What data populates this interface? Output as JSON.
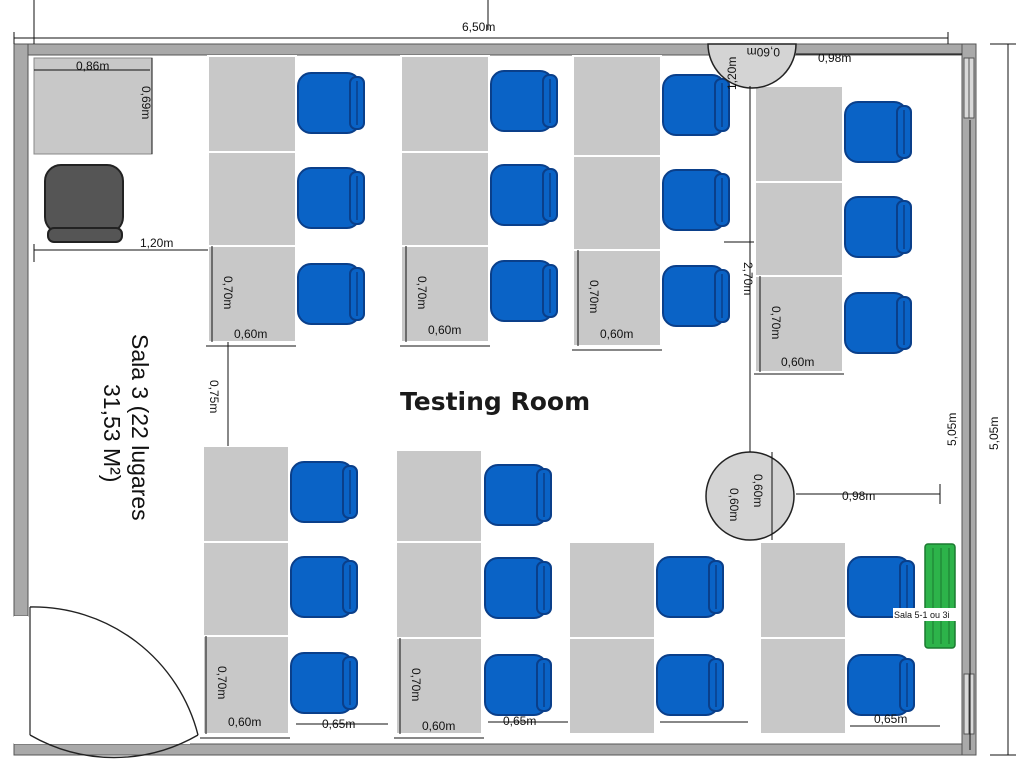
{
  "plan": {
    "title": "Testing Room",
    "room_line1": "Sala 3 (22 lugares",
    "room_line2": "31,53 M²)",
    "green_label": "Sala 5-1 ou 3i",
    "dims": {
      "total_width": "6,50m",
      "desk_w_086": "0,86m",
      "desk_d_069": "0,69m",
      "clear_120_a": "1,20m",
      "clear_120_b": "1,20m",
      "pillar_top": "0,60m",
      "gap_098_top": "0,98m",
      "desk_070": "0,70m",
      "desk_060": "0,60m",
      "aisle_075": "0,75m",
      "aisle_270": "2,70m",
      "inner_height": "5,05m",
      "outer_height": "5,05m",
      "pillar_mid_a": "0,60m",
      "pillar_mid_b": "0,60m",
      "gap_098_mid": "0,98m",
      "gap_065": "0,65m"
    },
    "colors": {
      "desk": "#c8c8c8",
      "chair": "#0a63c6",
      "chair_dark": "#0a3f8a",
      "wall": "#a9a9a9",
      "pillar": "#d4d4d4",
      "green_panel": "#2db34a",
      "office_chair": "#555555"
    },
    "icons": {
      "student_chair": "blue-chair-icon",
      "teacher_chair": "office-chair-icon",
      "door": "door-swing-icon",
      "pillar": "pillar-circle-icon"
    }
  }
}
